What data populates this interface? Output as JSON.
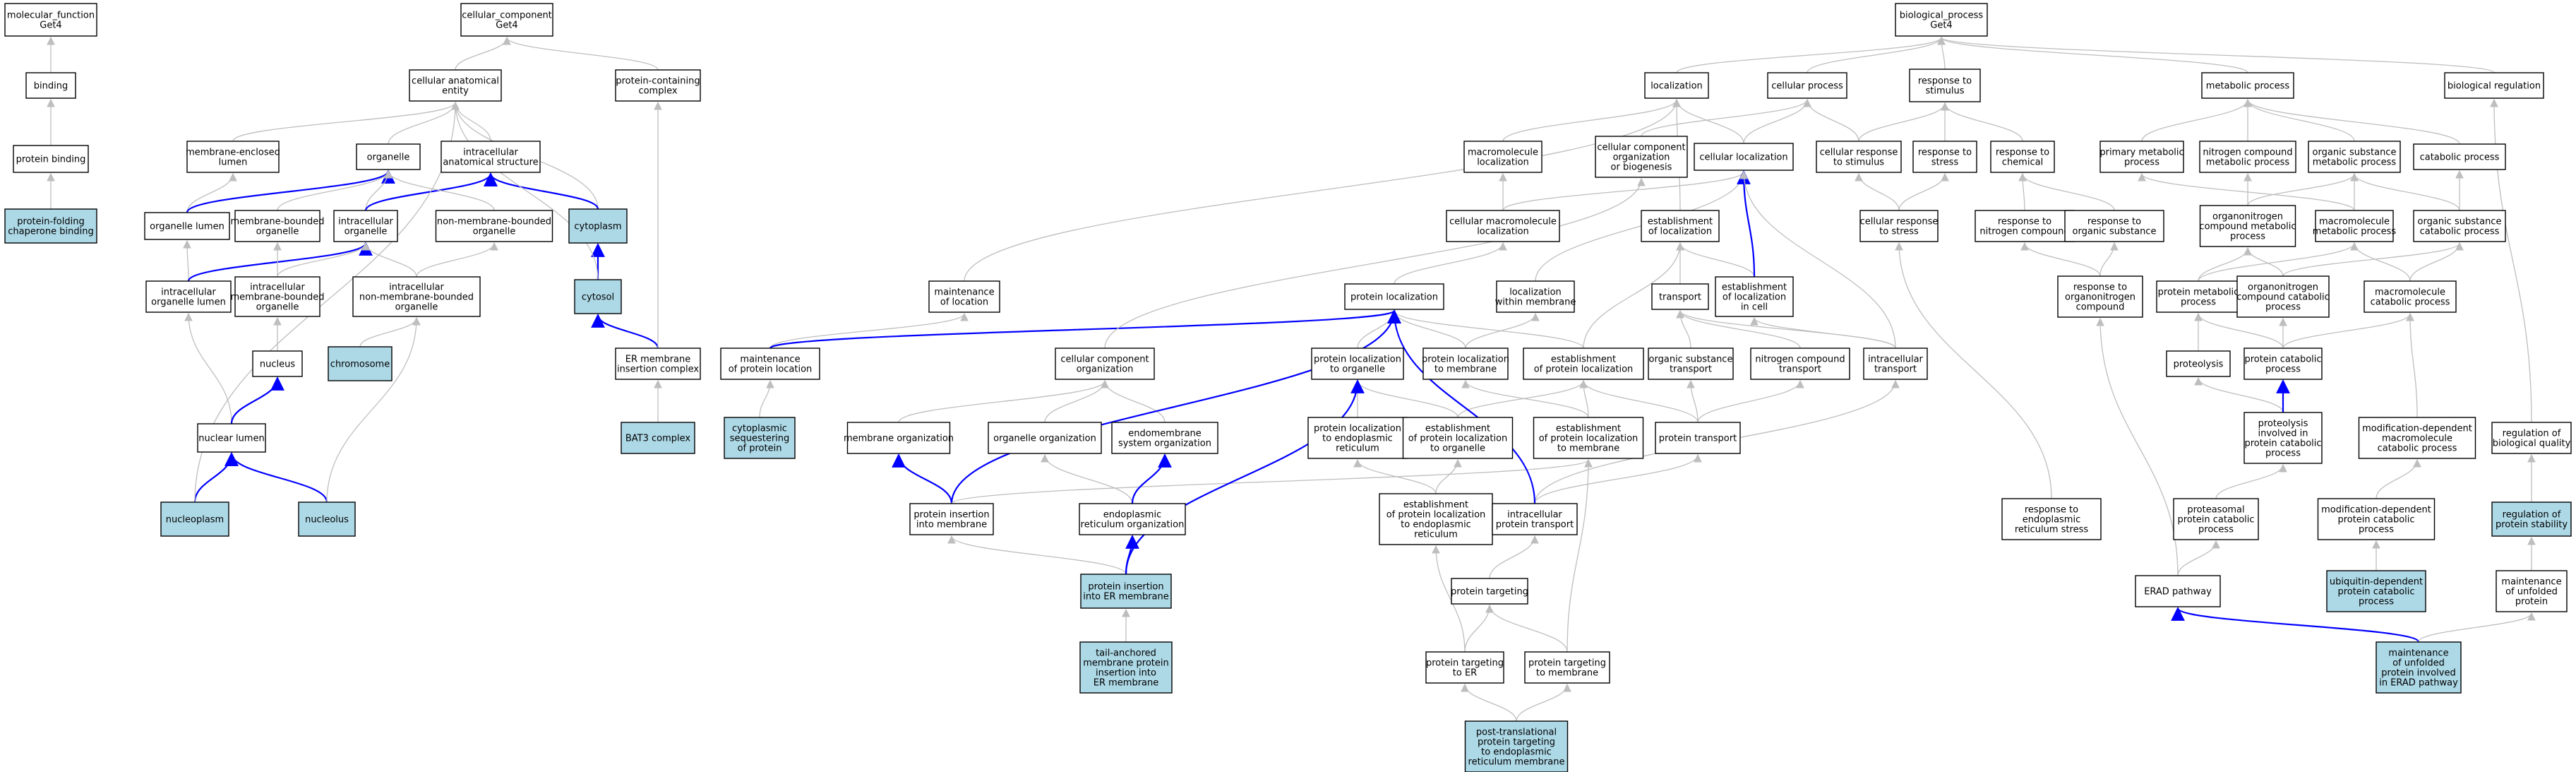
{
  "colors": {
    "highlight_fill": "#add8e6",
    "default_fill": "#ffffff",
    "highlight_edge": "#0000ff",
    "default_edge": "#bebebe",
    "border": "#000000"
  },
  "nodes": {
    "mf": {
      "lines": [
        "molecular_function",
        "Get4"
      ]
    },
    "binding": {
      "lines": [
        "binding"
      ]
    },
    "protein_binding": {
      "lines": [
        "protein binding"
      ]
    },
    "pf_chaperone": {
      "lines": [
        "protein-folding",
        "chaperone binding"
      ],
      "highlight": true
    },
    "cc": {
      "lines": [
        "cellular_component",
        "Get4"
      ]
    },
    "cae": {
      "lines": [
        "cellular anatomical",
        "entity"
      ]
    },
    "pcc": {
      "lines": [
        "protein-containing",
        "complex"
      ]
    },
    "mel": {
      "lines": [
        "membrane-enclosed",
        "lumen"
      ]
    },
    "organelle": {
      "lines": [
        "organelle"
      ]
    },
    "ias": {
      "lines": [
        "intracellular",
        "anatomical structure"
      ]
    },
    "organelle_lumen": {
      "lines": [
        "organelle lumen"
      ]
    },
    "mbo": {
      "lines": [
        "membrane-bounded",
        "organelle"
      ]
    },
    "io": {
      "lines": [
        "intracellular",
        "organelle"
      ]
    },
    "nmbo": {
      "lines": [
        "non-membrane-bounded",
        "organelle"
      ]
    },
    "cytoplasm": {
      "lines": [
        "cytoplasm"
      ],
      "highlight": true
    },
    "iol": {
      "lines": [
        "intracellular",
        "organelle lumen"
      ]
    },
    "imbo": {
      "lines": [
        "intracellular",
        "membrane-bounded",
        "organelle"
      ]
    },
    "inmbo": {
      "lines": [
        "intracellular",
        "non-membrane-bounded",
        "organelle"
      ]
    },
    "cytosol": {
      "lines": [
        "cytosol"
      ],
      "highlight": true
    },
    "nucleus": {
      "lines": [
        "nucleus"
      ]
    },
    "chromosome": {
      "lines": [
        "chromosome"
      ],
      "highlight": true
    },
    "er_mic": {
      "lines": [
        "ER membrane",
        "insertion complex"
      ]
    },
    "nuclear_lumen": {
      "lines": [
        "nuclear lumen"
      ]
    },
    "bat3": {
      "lines": [
        "BAT3 complex"
      ],
      "highlight": true
    },
    "nucleoplasm": {
      "lines": [
        "nucleoplasm"
      ],
      "highlight": true
    },
    "nucleolus": {
      "lines": [
        "nucleolus"
      ],
      "highlight": true
    },
    "bp": {
      "lines": [
        "biological_process",
        "Get4"
      ]
    },
    "localization": {
      "lines": [
        "localization"
      ]
    },
    "cellular_process": {
      "lines": [
        "cellular process"
      ]
    },
    "rts": {
      "lines": [
        "response to",
        "stimulus"
      ]
    },
    "metabolic_process": {
      "lines": [
        "metabolic process"
      ]
    },
    "biological_regulation": {
      "lines": [
        "biological regulation"
      ]
    },
    "macro_loc": {
      "lines": [
        "macromolecule",
        "localization"
      ]
    },
    "ccob": {
      "lines": [
        "cellular component",
        "organization",
        "or biogenesis"
      ]
    },
    "cell_loc": {
      "lines": [
        "cellular localization"
      ]
    },
    "crs": {
      "lines": [
        "cellular response",
        "to stimulus"
      ]
    },
    "rtstress": {
      "lines": [
        "response to",
        "stress"
      ]
    },
    "rtchem": {
      "lines": [
        "response to",
        "chemical"
      ]
    },
    "pmp": {
      "lines": [
        "primary metabolic",
        "process"
      ]
    },
    "ncmp": {
      "lines": [
        "nitrogen compound",
        "metabolic process"
      ]
    },
    "osmp": {
      "lines": [
        "organic substance",
        "metabolic process"
      ]
    },
    "catabolic": {
      "lines": [
        "catabolic process"
      ]
    },
    "cml": {
      "lines": [
        "cellular macromolecule",
        "localization"
      ]
    },
    "eol": {
      "lines": [
        "establishment",
        "of localization"
      ]
    },
    "crstress": {
      "lines": [
        "cellular response",
        "to stress"
      ]
    },
    "rtnc": {
      "lines": [
        "response to",
        "nitrogen compound"
      ]
    },
    "rtos": {
      "lines": [
        "response to",
        "organic substance"
      ]
    },
    "oncmp": {
      "lines": [
        "organonitrogen",
        "compound metabolic",
        "process"
      ]
    },
    "mmp": {
      "lines": [
        "macromolecule",
        "metabolic process"
      ]
    },
    "oscp": {
      "lines": [
        "organic substance",
        "catabolic process"
      ]
    },
    "mol": {
      "lines": [
        "maintenance",
        "of location"
      ]
    },
    "protein_loc": {
      "lines": [
        "protein localization"
      ]
    },
    "lwm": {
      "lines": [
        "localization",
        "within membrane"
      ]
    },
    "transport": {
      "lines": [
        "transport"
      ]
    },
    "eolic": {
      "lines": [
        "establishment",
        "of localization",
        "in cell"
      ]
    },
    "rtonc": {
      "lines": [
        "response to",
        "organonitrogen",
        "compound"
      ]
    },
    "prot_mp": {
      "lines": [
        "protein metabolic",
        "process"
      ]
    },
    "onccp": {
      "lines": [
        "organonitrogen",
        "compound catabolic",
        "process"
      ]
    },
    "mcp": {
      "lines": [
        "macromolecule",
        "catabolic process"
      ]
    },
    "mopl": {
      "lines": [
        "maintenance",
        "of protein location"
      ]
    },
    "cco": {
      "lines": [
        "cellular component",
        "organization"
      ]
    },
    "plto": {
      "lines": [
        "protein localization",
        "to organelle"
      ]
    },
    "pltm": {
      "lines": [
        "protein localization",
        "to membrane"
      ]
    },
    "eopl": {
      "lines": [
        "establishment",
        "of protein localization"
      ]
    },
    "ost": {
      "lines": [
        "organic substance",
        "transport"
      ]
    },
    "nct": {
      "lines": [
        "nitrogen compound",
        "transport"
      ]
    },
    "it": {
      "lines": [
        "intracellular",
        "transport"
      ]
    },
    "proteolysis": {
      "lines": [
        "proteolysis"
      ]
    },
    "pcp": {
      "lines": [
        "protein catabolic",
        "process"
      ]
    },
    "csp": {
      "lines": [
        "cytoplasmic",
        "sequestering",
        "of protein"
      ],
      "highlight": true
    },
    "mem_org": {
      "lines": [
        "membrane organization"
      ]
    },
    "org_org": {
      "lines": [
        "organelle organization"
      ]
    },
    "eso": {
      "lines": [
        "endomembrane",
        "system organization"
      ]
    },
    "pltoer": {
      "lines": [
        "protein localization",
        "to endoplasmic",
        "reticulum"
      ]
    },
    "eopltorg": {
      "lines": [
        "establishment",
        "of protein localization",
        "to organelle"
      ]
    },
    "eopltm": {
      "lines": [
        "establishment",
        "of protein localization",
        "to membrane"
      ]
    },
    "protein_transport": {
      "lines": [
        "protein transport"
      ]
    },
    "picp": {
      "lines": [
        "proteolysis",
        "involved in",
        "protein catabolic",
        "process"
      ]
    },
    "mdmcp": {
      "lines": [
        "modification-dependent",
        "macromolecule",
        "catabolic process"
      ]
    },
    "rbq": {
      "lines": [
        "regulation of",
        "biological quality"
      ]
    },
    "pim": {
      "lines": [
        "protein insertion",
        "into membrane"
      ]
    },
    "ero": {
      "lines": [
        "endoplasmic",
        "reticulum organization"
      ]
    },
    "eopltoer": {
      "lines": [
        "establishment",
        "of protein localization",
        "to endoplasmic",
        "reticulum"
      ]
    },
    "ipt": {
      "lines": [
        "intracellular",
        "protein transport"
      ]
    },
    "rters": {
      "lines": [
        "response to",
        "endoplasmic",
        "reticulum stress"
      ]
    },
    "ppcp": {
      "lines": [
        "proteasomal",
        "protein catabolic",
        "process"
      ]
    },
    "mdpcp": {
      "lines": [
        "modification-dependent",
        "protein catabolic",
        "process"
      ]
    },
    "rps": {
      "lines": [
        "regulation of",
        "protein stability"
      ],
      "highlight": true
    },
    "pi_erm": {
      "lines": [
        "protein insertion",
        "into ER membrane"
      ],
      "highlight": true
    },
    "ptarg": {
      "lines": [
        "protein targeting"
      ]
    },
    "erad": {
      "lines": [
        "ERAD pathway"
      ]
    },
    "udpcp": {
      "lines": [
        "ubiquitin-dependent",
        "protein catabolic",
        "process"
      ],
      "highlight": true
    },
    "mup": {
      "lines": [
        "maintenance",
        "of unfolded",
        "protein"
      ]
    },
    "tam": {
      "lines": [
        "tail-anchored",
        "membrane protein",
        "insertion into",
        "ER membrane"
      ],
      "highlight": true
    },
    "ptter": {
      "lines": [
        "protein targeting",
        "to ER"
      ]
    },
    "pttm": {
      "lines": [
        "protein targeting",
        "to membrane"
      ]
    },
    "mupie": {
      "lines": [
        "maintenance",
        "of unfolded",
        "protein involved",
        "in ERAD pathway"
      ],
      "highlight": true
    },
    "ptt_er_mem": {
      "lines": [
        "post-translational",
        "protein targeting",
        "to endoplasmic",
        "reticulum membrane"
      ],
      "highlight": true
    }
  },
  "edges": [
    [
      "binding",
      "mf"
    ],
    [
      "protein_binding",
      "binding"
    ],
    [
      "pf_chaperone",
      "protein_binding"
    ],
    [
      "cae",
      "cc"
    ],
    [
      "pcc",
      "cc"
    ],
    [
      "mel",
      "cae"
    ],
    [
      "organelle",
      "cae"
    ],
    [
      "ias",
      "cae"
    ],
    [
      "cytoplasm",
      "cae"
    ],
    [
      "organelle_lumen",
      "mel"
    ],
    [
      "organelle_lumen",
      "organelle",
      1
    ],
    [
      "mbo",
      "organelle"
    ],
    [
      "io",
      "organelle"
    ],
    [
      "io",
      "ias",
      1
    ],
    [
      "nmbo",
      "organelle"
    ],
    [
      "cytoplasm",
      "ias",
      1
    ],
    [
      "iol",
      "organelle_lumen"
    ],
    [
      "iol",
      "io",
      1
    ],
    [
      "imbo",
      "mbo"
    ],
    [
      "imbo",
      "io"
    ],
    [
      "inmbo",
      "io"
    ],
    [
      "inmbo",
      "nmbo"
    ],
    [
      "cytosol",
      "cytoplasm",
      1
    ],
    [
      "nucleus",
      "imbo"
    ],
    [
      "chromosome",
      "inmbo"
    ],
    [
      "er_mic",
      "cytosol",
      1
    ],
    [
      "er_mic",
      "pcc"
    ],
    [
      "nuclear_lumen",
      "iol"
    ],
    [
      "nuclear_lumen",
      "nucleus",
      1
    ],
    [
      "bat3",
      "er_mic"
    ],
    [
      "nucleoplasm",
      "nuclear_lumen",
      1
    ],
    [
      "nucleoplasm",
      "cae"
    ],
    [
      "nucleolus",
      "nuclear_lumen",
      1
    ],
    [
      "nucleolus",
      "inmbo"
    ],
    [
      "cytosol",
      "cae"
    ],
    [
      "localization",
      "bp"
    ],
    [
      "cellular_process",
      "bp"
    ],
    [
      "rts",
      "bp"
    ],
    [
      "metabolic_process",
      "bp"
    ],
    [
      "biological_regulation",
      "bp"
    ],
    [
      "macro_loc",
      "localization"
    ],
    [
      "ccob",
      "cellular_process"
    ],
    [
      "cell_loc",
      "localization"
    ],
    [
      "cell_loc",
      "cellular_process"
    ],
    [
      "crs",
      "cellular_process"
    ],
    [
      "crs",
      "rts"
    ],
    [
      "rtstress",
      "rts"
    ],
    [
      "rtchem",
      "rts"
    ],
    [
      "pmp",
      "metabolic_process"
    ],
    [
      "ncmp",
      "metabolic_process"
    ],
    [
      "osmp",
      "metabolic_process"
    ],
    [
      "catabolic",
      "metabolic_process"
    ],
    [
      "cml",
      "macro_loc"
    ],
    [
      "cml",
      "cell_loc"
    ],
    [
      "eol",
      "localization"
    ],
    [
      "crstress",
      "crs"
    ],
    [
      "crstress",
      "rtstress"
    ],
    [
      "rtnc",
      "rtchem"
    ],
    [
      "rtos",
      "rtchem"
    ],
    [
      "oncmp",
      "ncmp"
    ],
    [
      "oncmp",
      "osmp"
    ],
    [
      "mmp",
      "pmp"
    ],
    [
      "mmp",
      "osmp"
    ],
    [
      "oscp",
      "osmp"
    ],
    [
      "oscp",
      "catabolic"
    ],
    [
      "mol",
      "localization"
    ],
    [
      "protein_loc",
      "cml"
    ],
    [
      "lwm",
      "cell_loc"
    ],
    [
      "transport",
      "eol"
    ],
    [
      "eolic",
      "eol"
    ],
    [
      "eolic",
      "cell_loc",
      1
    ],
    [
      "rtonc",
      "rtnc"
    ],
    [
      "rtonc",
      "rtos"
    ],
    [
      "prot_mp",
      "oncmp"
    ],
    [
      "prot_mp",
      "mmp"
    ],
    [
      "onccp",
      "oncmp"
    ],
    [
      "onccp",
      "oscp"
    ],
    [
      "mcp",
      "mmp"
    ],
    [
      "mcp",
      "oscp"
    ],
    [
      "mopl",
      "mol"
    ],
    [
      "mopl",
      "protein_loc",
      1
    ],
    [
      "cco",
      "ccob"
    ],
    [
      "plto",
      "protein_loc"
    ],
    [
      "pltm",
      "protein_loc"
    ],
    [
      "pltm",
      "lwm"
    ],
    [
      "eopl",
      "protein_loc"
    ],
    [
      "eopl",
      "eol"
    ],
    [
      "ost",
      "transport"
    ],
    [
      "nct",
      "transport"
    ],
    [
      "it",
      "transport"
    ],
    [
      "it",
      "eolic"
    ],
    [
      "it",
      "cell_loc"
    ],
    [
      "proteolysis",
      "prot_mp"
    ],
    [
      "pcp",
      "prot_mp"
    ],
    [
      "pcp",
      "onccp"
    ],
    [
      "pcp",
      "mcp"
    ],
    [
      "csp",
      "mopl"
    ],
    [
      "mem_org",
      "cco"
    ],
    [
      "org_org",
      "cco"
    ],
    [
      "eso",
      "cco"
    ],
    [
      "pltoer",
      "plto"
    ],
    [
      "eopltorg",
      "plto"
    ],
    [
      "eopltorg",
      "eopl"
    ],
    [
      "eopltm",
      "eopl"
    ],
    [
      "eopltm",
      "pltm"
    ],
    [
      "protein_transport",
      "eopl"
    ],
    [
      "protein_transport",
      "ost"
    ],
    [
      "protein_transport",
      "nct"
    ],
    [
      "picp",
      "proteolysis"
    ],
    [
      "picp",
      "pcp",
      1
    ],
    [
      "mdmcp",
      "mcp"
    ],
    [
      "rbq",
      "biological_regulation"
    ],
    [
      "pim",
      "mem_org",
      1
    ],
    [
      "pim",
      "protein_loc",
      1
    ],
    [
      "pim",
      "eopltm"
    ],
    [
      "ero",
      "org_org"
    ],
    [
      "ero",
      "eso",
      1
    ],
    [
      "eopltoer",
      "pltoer"
    ],
    [
      "eopltoer",
      "eopltorg"
    ],
    [
      "ipt",
      "protein_transport"
    ],
    [
      "ipt",
      "it"
    ],
    [
      "ipt",
      "protein_loc",
      1
    ],
    [
      "rters",
      "crstress"
    ],
    [
      "ppcp",
      "picp"
    ],
    [
      "mdpcp",
      "mdmcp"
    ],
    [
      "rps",
      "rbq"
    ],
    [
      "pi_erm",
      "pim"
    ],
    [
      "pi_erm",
      "ero",
      1
    ],
    [
      "pi_erm",
      "plto",
      1
    ],
    [
      "ptarg",
      "ipt"
    ],
    [
      "erad",
      "rtonc"
    ],
    [
      "erad",
      "ppcp"
    ],
    [
      "udpcp",
      "mdpcp"
    ],
    [
      "mup",
      "rps"
    ],
    [
      "tam",
      "pi_erm"
    ],
    [
      "ptter",
      "ptarg"
    ],
    [
      "ptter",
      "eopltoer"
    ],
    [
      "pttm",
      "ptarg"
    ],
    [
      "pttm",
      "eopltm"
    ],
    [
      "mupie",
      "erad",
      1
    ],
    [
      "mupie",
      "mup"
    ],
    [
      "ptt_er_mem",
      "ptter"
    ],
    [
      "ptt_er_mem",
      "pttm"
    ]
  ]
}
